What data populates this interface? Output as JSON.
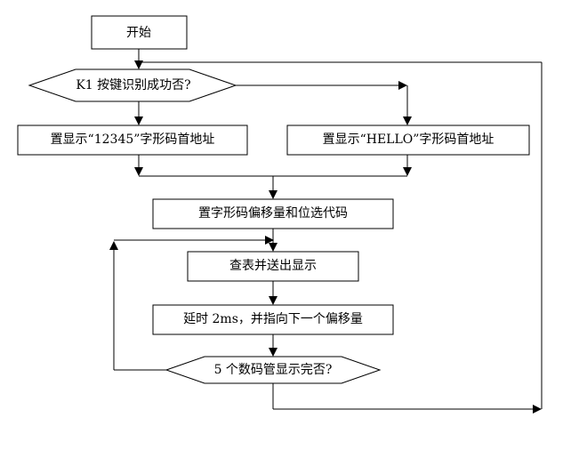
{
  "nodes": {
    "start": "开始",
    "decision_k1": "K1 按键识别成功否?",
    "set_12345_addr": "置显示“12345”字形码首地址",
    "set_hello_addr": "置显示“HELLO”字形码首地址",
    "set_offset_and_select": "置字形码偏移量和位选代码",
    "lookup_and_send": "查表并送出显示",
    "delay_2ms": "延时 2ms，并指向下一个偏移量",
    "decision_done": "5 个数码管显示完否?"
  },
  "colors": {
    "stroke": "#000000",
    "fill": "#ffffff",
    "background": "#ffffff"
  }
}
